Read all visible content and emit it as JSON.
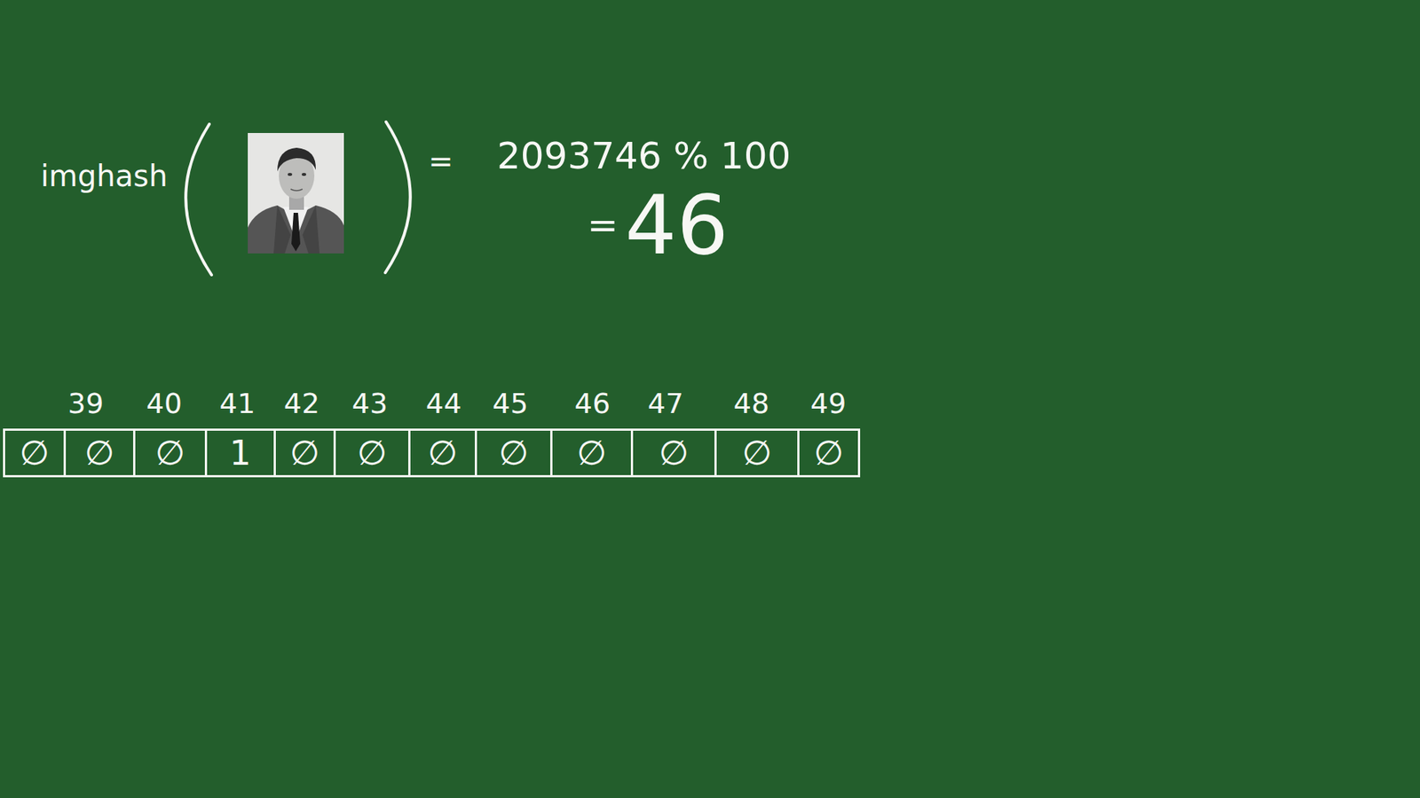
{
  "diagram": {
    "nodes": [
      {
        "text": [
          "∅"
        ]
      },
      {
        "text": [
          "∅"
        ]
      },
      {
        "text": [
          "∅"
        ]
      },
      {
        "text": [
          "1"
        ]
      },
      {
        "text": [
          "∅"
        ]
      },
      {
        "text": [
          "∅"
        ]
      },
      {
        "text": [
          "∅"
        ]
      },
      {
        "text": [
          "∅"
        ]
      },
      {
        "text": [
          "∅"
        ]
      },
      {
        "text": [
          "∅"
        ]
      },
      {
        "text": [
          "∅"
        ]
      },
      {
        "text": [
          "∅"
        ]
      }
    ],
    "labels": [
      "imghash",
      "=",
      "2093746 % 100",
      "=",
      "46",
      "39",
      "40",
      "41",
      "42",
      "43",
      "44",
      "45",
      "46",
      "47",
      "48",
      "49"
    ]
  }
}
